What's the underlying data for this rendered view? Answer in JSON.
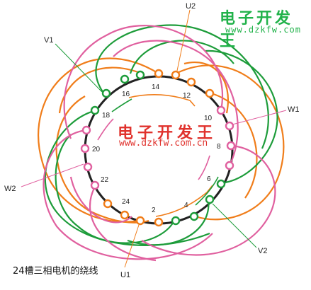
{
  "watermark_top": {
    "brand": "电子开发王",
    "url": "www.dzkfw.com"
  },
  "watermark_center": {
    "brand": "电子开发王",
    "url": "www.dzkfw.com.cn"
  },
  "caption": "24槽三相电机的绕线",
  "slot_numbers": [
    "2",
    "4",
    "6",
    "8",
    "10",
    "12",
    "14",
    "16",
    "18",
    "20",
    "22",
    "24"
  ],
  "terminals": {
    "U1": "U1",
    "U2": "U2",
    "V1": "V1",
    "V2": "V2",
    "W1": "W1",
    "W2": "W2"
  },
  "colors": {
    "phase_u": "#f07d1a",
    "phase_v": "#1d9c3a",
    "phase_w": "#e0609f",
    "stator": "#222222",
    "label_lines": "#888888"
  }
}
